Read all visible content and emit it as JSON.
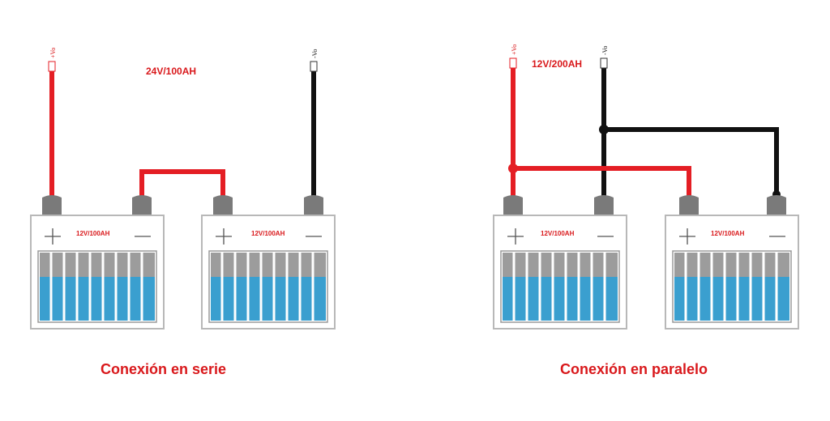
{
  "colors": {
    "positive_wire": "#e41e24",
    "negative_wire": "#111111",
    "label_red": "#d9181b",
    "terminal": "#7a7a7a",
    "battery_body": "#ffffff",
    "battery_outline": "#b8b8b8",
    "cell_top": "#9a9a9a",
    "electrolyte": "#3a9fcf"
  },
  "series": {
    "caption": "Conexión en serie",
    "total_rating": "24V/100AH",
    "positive_terminal_label": "+Vo",
    "negative_terminal_label": "-Vo",
    "batteries": [
      {
        "rating": "12V/100AH",
        "plus_symbol": "+",
        "minus_symbol": "—"
      },
      {
        "rating": "12V/100AH",
        "plus_symbol": "+",
        "minus_symbol": "—"
      }
    ]
  },
  "parallel": {
    "caption": "Conexión en paralelo",
    "total_rating": "12V/200AH",
    "positive_terminal_label": "+Vo",
    "negative_terminal_label": "-Vo",
    "batteries": [
      {
        "rating": "12V/100AH",
        "plus_symbol": "+",
        "minus_symbol": "—"
      },
      {
        "rating": "12V/100AH",
        "plus_symbol": "+",
        "minus_symbol": "—"
      }
    ]
  }
}
